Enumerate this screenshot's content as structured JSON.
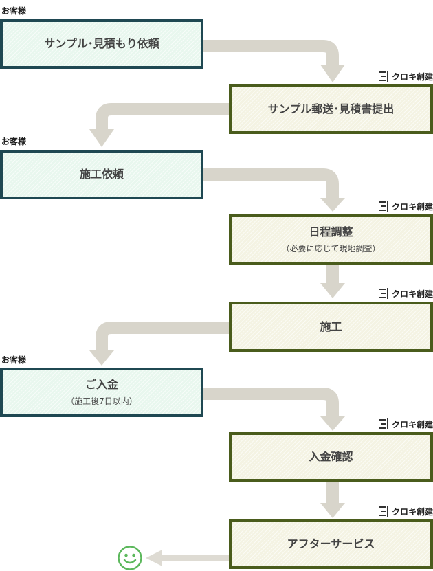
{
  "labels": {
    "customer": "お客様",
    "company": "クロキ創建"
  },
  "colors": {
    "customer_border": "#1f4852",
    "customer_fill": "#e8f7ee",
    "company_border": "#4a5c1c",
    "company_fill": "#f4f3e3",
    "arrow": "#d8d5cb",
    "smiley": "#5cb85c"
  },
  "steps": [
    {
      "actor": "customer",
      "title": "サンプル･見積もり依頼"
    },
    {
      "actor": "company",
      "title": "サンプル郵送･見積書提出"
    },
    {
      "actor": "customer",
      "title": "施工依頼"
    },
    {
      "actor": "company",
      "title": "日程調整",
      "note": "（必要に応じて現地調査）"
    },
    {
      "actor": "company",
      "title": "施工"
    },
    {
      "actor": "customer",
      "title": "ご入金",
      "note": "（施工後7日以内）"
    },
    {
      "actor": "company",
      "title": "入金確認"
    },
    {
      "actor": "company",
      "title": "アフターサービス"
    }
  ],
  "end_icon": "smiley-icon"
}
